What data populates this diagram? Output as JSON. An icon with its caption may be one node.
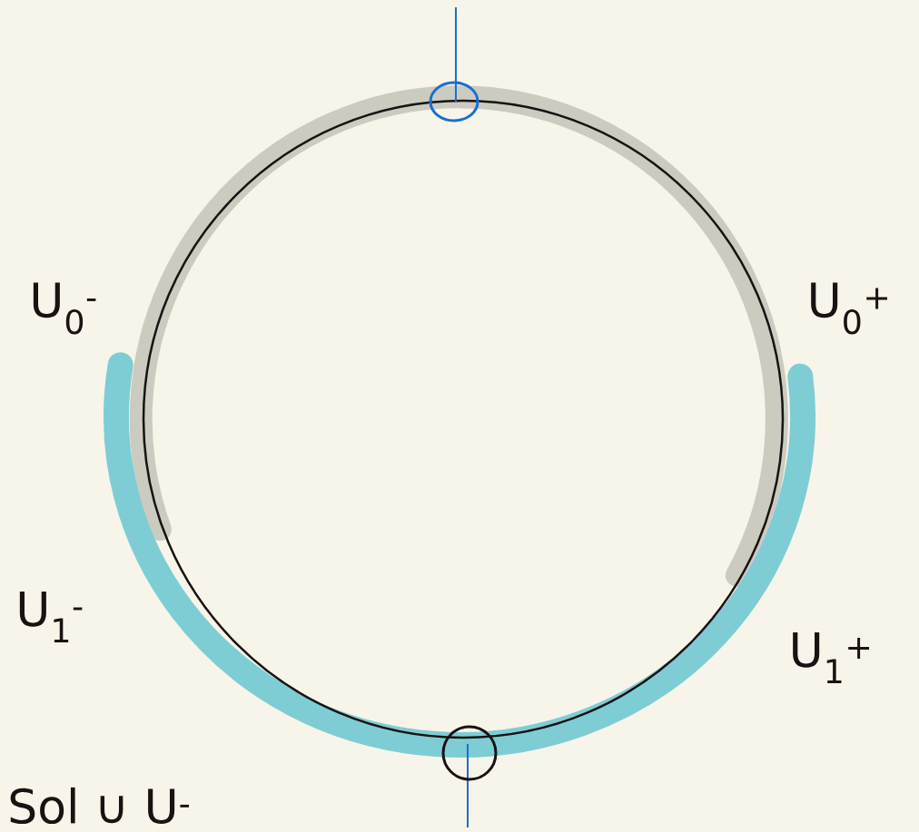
{
  "diagram": {
    "labels": [
      "U$_{0}$$^{-}$",
      "U$_{0}$$^{+}$",
      "U$_{1}$$^{-}$",
      "U$_{1}$$^{+}$",
      "Sol ∪ U$^{-}$"
    ]
  }
}
